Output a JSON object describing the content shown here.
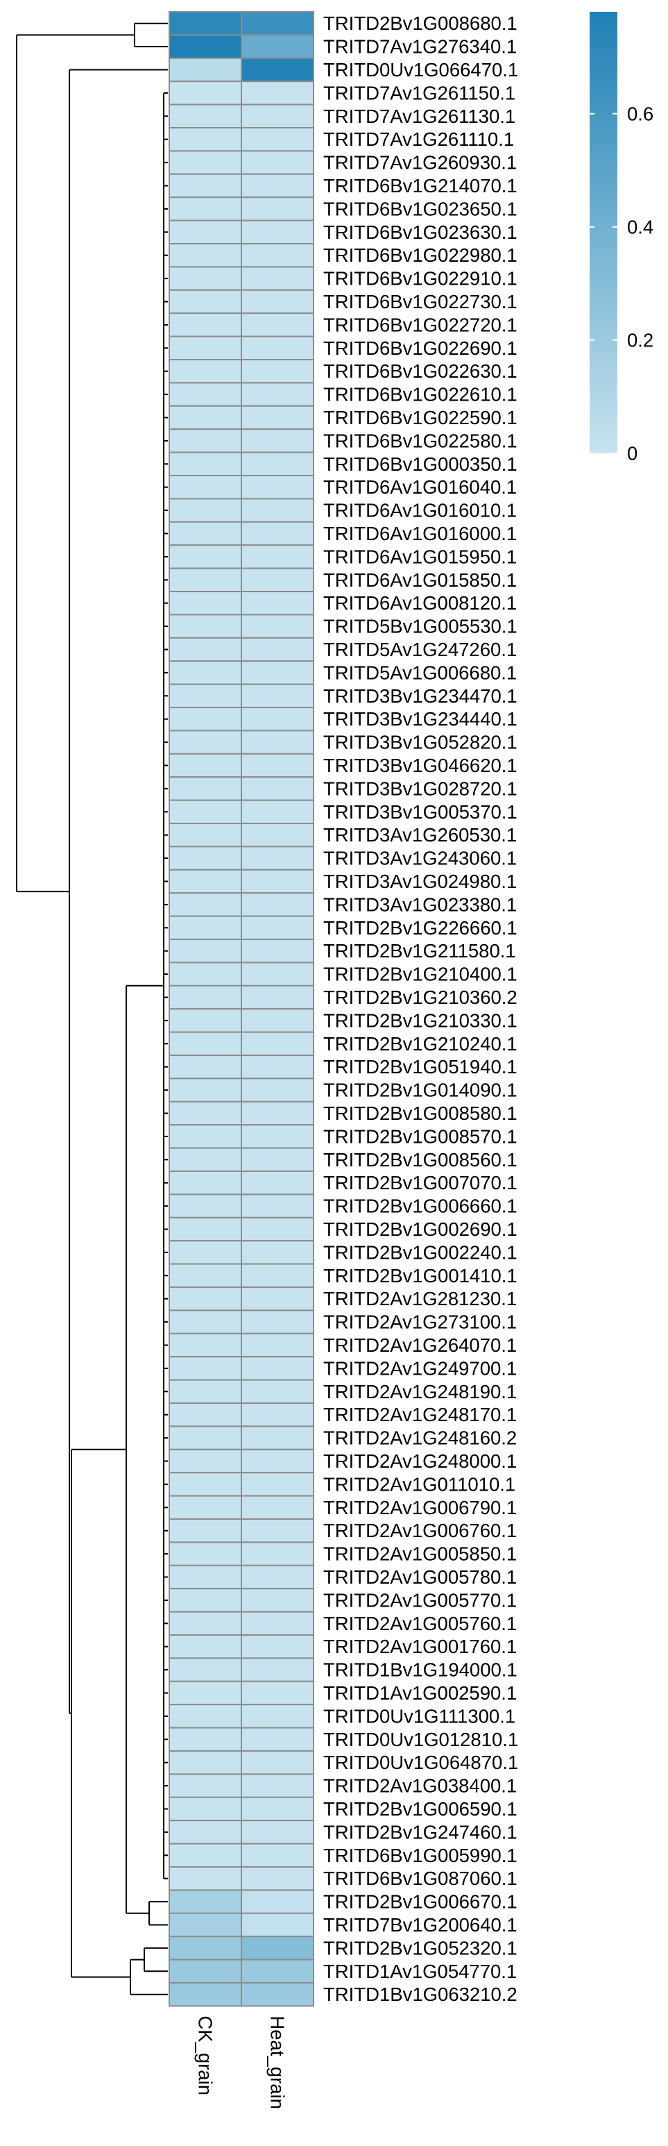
{
  "chart_data": {
    "type": "heatmap",
    "title": "",
    "columns": [
      "CK_grain",
      "Heat_grain"
    ],
    "rows": [
      "TRITD2Bv1G008680.1",
      "TRITD7Av1G276340.1",
      "TRITD0Uv1G066470.1",
      "TRITD7Av1G261150.1",
      "TRITD7Av1G261130.1",
      "TRITD7Av1G261110.1",
      "TRITD7Av1G260930.1",
      "TRITD6Bv1G214070.1",
      "TRITD6Bv1G023650.1",
      "TRITD6Bv1G023630.1",
      "TRITD6Bv1G022980.1",
      "TRITD6Bv1G022910.1",
      "TRITD6Bv1G022730.1",
      "TRITD6Bv1G022720.1",
      "TRITD6Bv1G022690.1",
      "TRITD6Bv1G022630.1",
      "TRITD6Bv1G022610.1",
      "TRITD6Bv1G022590.1",
      "TRITD6Bv1G022580.1",
      "TRITD6Bv1G000350.1",
      "TRITD6Av1G016040.1",
      "TRITD6Av1G016010.1",
      "TRITD6Av1G016000.1",
      "TRITD6Av1G015950.1",
      "TRITD6Av1G015850.1",
      "TRITD6Av1G008120.1",
      "TRITD5Bv1G005530.1",
      "TRITD5Av1G247260.1",
      "TRITD5Av1G006680.1",
      "TRITD3Bv1G234470.1",
      "TRITD3Bv1G234440.1",
      "TRITD3Bv1G052820.1",
      "TRITD3Bv1G046620.1",
      "TRITD3Bv1G028720.1",
      "TRITD3Bv1G005370.1",
      "TRITD3Av1G260530.1",
      "TRITD3Av1G243060.1",
      "TRITD3Av1G024980.1",
      "TRITD3Av1G023380.1",
      "TRITD2Bv1G226660.1",
      "TRITD2Bv1G211580.1",
      "TRITD2Bv1G210400.1",
      "TRITD2Bv1G210360.2",
      "TRITD2Bv1G210330.1",
      "TRITD2Bv1G210240.1",
      "TRITD2Bv1G051940.1",
      "TRITD2Bv1G014090.1",
      "TRITD2Bv1G008580.1",
      "TRITD2Bv1G008570.1",
      "TRITD2Bv1G008560.1",
      "TRITD2Bv1G007070.1",
      "TRITD2Bv1G006660.1",
      "TRITD2Bv1G002690.1",
      "TRITD2Bv1G002240.1",
      "TRITD2Bv1G001410.1",
      "TRITD2Av1G281230.1",
      "TRITD2Av1G273100.1",
      "TRITD2Av1G264070.1",
      "TRITD2Av1G249700.1",
      "TRITD2Av1G248190.1",
      "TRITD2Av1G248170.1",
      "TRITD2Av1G248160.2",
      "TRITD2Av1G248000.1",
      "TRITD2Av1G011010.1",
      "TRITD2Av1G006790.1",
      "TRITD2Av1G006760.1",
      "TRITD2Av1G005850.1",
      "TRITD2Av1G005780.1",
      "TRITD2Av1G005770.1",
      "TRITD2Av1G005760.1",
      "TRITD2Av1G001760.1",
      "TRITD1Bv1G194000.1",
      "TRITD1Av1G002590.1",
      "TRITD0Uv1G111300.1",
      "TRITD0Uv1G012810.1",
      "TRITD0Uv1G064870.1",
      "TRITD2Av1G038400.1",
      "TRITD2Bv1G006590.1",
      "TRITD2Bv1G247460.1",
      "TRITD6Bv1G005990.1",
      "TRITD6Bv1G087060.1",
      "TRITD2Bv1G006670.1",
      "TRITD7Bv1G200640.1",
      "TRITD2Bv1G052320.1",
      "TRITD1Av1G054770.1",
      "TRITD1Bv1G063210.2"
    ],
    "values": [
      [
        0.72,
        0.66
      ],
      [
        0.78,
        0.43
      ],
      [
        0.06,
        0.76
      ],
      [
        0,
        0
      ],
      [
        0,
        0
      ],
      [
        0,
        0
      ],
      [
        0,
        0
      ],
      [
        0,
        0
      ],
      [
        0,
        0
      ],
      [
        0,
        0
      ],
      [
        0,
        0
      ],
      [
        0,
        0
      ],
      [
        0,
        0
      ],
      [
        0,
        0
      ],
      [
        0,
        0
      ],
      [
        0,
        0
      ],
      [
        0,
        0
      ],
      [
        0,
        0
      ],
      [
        0,
        0
      ],
      [
        0,
        0
      ],
      [
        0,
        0
      ],
      [
        0,
        0
      ],
      [
        0,
        0
      ],
      [
        0,
        0
      ],
      [
        0,
        0
      ],
      [
        0,
        0
      ],
      [
        0,
        0
      ],
      [
        0,
        0
      ],
      [
        0,
        0
      ],
      [
        0,
        0
      ],
      [
        0,
        0
      ],
      [
        0,
        0
      ],
      [
        0,
        0
      ],
      [
        0,
        0
      ],
      [
        0,
        0
      ],
      [
        0,
        0
      ],
      [
        0,
        0
      ],
      [
        0,
        0
      ],
      [
        0,
        0
      ],
      [
        0,
        0
      ],
      [
        0,
        0
      ],
      [
        0,
        0
      ],
      [
        0,
        0
      ],
      [
        0,
        0
      ],
      [
        0,
        0
      ],
      [
        0,
        0
      ],
      [
        0,
        0
      ],
      [
        0,
        0
      ],
      [
        0,
        0
      ],
      [
        0,
        0
      ],
      [
        0,
        0
      ],
      [
        0,
        0
      ],
      [
        0,
        0
      ],
      [
        0,
        0
      ],
      [
        0,
        0
      ],
      [
        0,
        0
      ],
      [
        0,
        0
      ],
      [
        0,
        0
      ],
      [
        0,
        0
      ],
      [
        0,
        0
      ],
      [
        0,
        0
      ],
      [
        0,
        0
      ],
      [
        0,
        0
      ],
      [
        0,
        0
      ],
      [
        0,
        0
      ],
      [
        0,
        0
      ],
      [
        0,
        0
      ],
      [
        0,
        0
      ],
      [
        0,
        0
      ],
      [
        0,
        0
      ],
      [
        0,
        0
      ],
      [
        0,
        0
      ],
      [
        0,
        0
      ],
      [
        0,
        0
      ],
      [
        0,
        0
      ],
      [
        0,
        0
      ],
      [
        0,
        0
      ],
      [
        0,
        0
      ],
      [
        0,
        0
      ],
      [
        0,
        0
      ],
      [
        0,
        0
      ],
      [
        0.15,
        0.02
      ],
      [
        0.15,
        0.02
      ],
      [
        0.21,
        0.3
      ],
      [
        0.21,
        0.21
      ],
      [
        0.21,
        0.21
      ]
    ],
    "color_scale": {
      "min": 0,
      "max": 0.78,
      "low_color": "#c6e3ee",
      "high_color": "#1f80b5",
      "ticks": [
        0,
        0.2,
        0.4,
        0.6
      ],
      "tick_labels": [
        "0",
        "0.2",
        "0.4",
        "0.6"
      ]
    },
    "cell_border_color": "#8c8c8c",
    "dendrogram": "rows",
    "legend_position": "top-right"
  }
}
